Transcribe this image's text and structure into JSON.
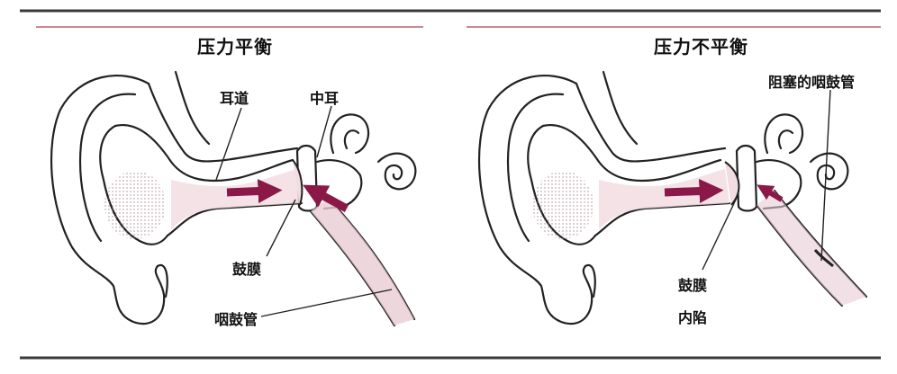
{
  "colors": {
    "frame": "#3a3a3a",
    "rule": "#c98a92",
    "outline": "#222222",
    "canal_fill": "#f2dde2",
    "arrow": "#8a1848",
    "stipple": "#d9b9c2",
    "background": "#ffffff"
  },
  "left_panel": {
    "title": "压力平衡",
    "labels": {
      "ear_canal": "耳道",
      "middle_ear": "中耳",
      "eardrum": "鼓膜",
      "eustachian_tube": "咽鼓管"
    }
  },
  "right_panel": {
    "title": "压力不平衡",
    "labels": {
      "blocked_tube": "阻塞的咽鼓管",
      "eardrum": "鼓膜",
      "retracted": "内陷"
    }
  }
}
